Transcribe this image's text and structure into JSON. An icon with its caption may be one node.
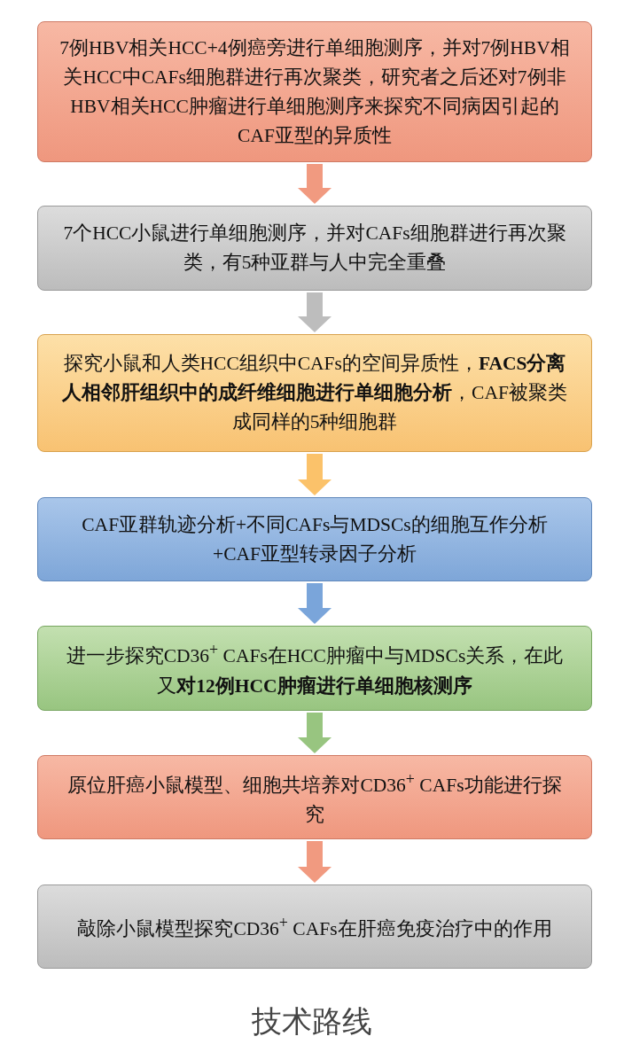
{
  "diagram": {
    "caption": "技术路线",
    "nodes": [
      {
        "text": [
          "7例HBV相关HCC+4例癌旁进行单细胞测序，并对7例HBV相关HCC中CAFs细胞群进行再次聚类，研究者之后还对7例非HBV相关HCC肿瘤进行单细胞测序来探究不同病因引起的CAF亚型的异质性"
        ]
      },
      {
        "text": [
          "7个HCC小鼠进行单细胞测序，并对CAFs细胞群进行再次聚类，有5种亚群与人中完全重叠"
        ]
      },
      {
        "text": [
          "探究小鼠和人类HCC组织中CAFs的空间异质性，**FACS分离人相邻肝组织中的成纤维细胞进行单细胞分析**，CAF被聚类成同样的5种细胞群"
        ]
      },
      {
        "text": [
          "CAF亚群轨迹分析+不同CAFs与MDSCs的细胞互作分析+CAF亚型转录因子分析"
        ]
      },
      {
        "text": [
          "进一步探究CD36$^{+}$ CAFs在HCC肿瘤中与MDSCs关系，在此又**对12例HCC肿瘤进行单细胞核测序**"
        ]
      },
      {
        "text": [
          "原位肝癌小鼠模型、细胞共培养对CD36$^{+}$ CAFs功能进行探究"
        ]
      },
      {
        "text": [
          "敲除小鼠模型探究CD36$^{+}$ CAFs在肝癌免疫治疗中的作用"
        ]
      }
    ],
    "edges": [
      {
        "from": 0,
        "to": 1,
        "arrow": "to",
        "color": "#f19a80"
      },
      {
        "from": 1,
        "to": 2,
        "arrow": "to",
        "color": "#bdbdbd"
      },
      {
        "from": 2,
        "to": 3,
        "arrow": "to",
        "color": "#fbc26a"
      },
      {
        "from": 3,
        "to": 4,
        "arrow": "to",
        "color": "#7aa5da"
      },
      {
        "from": 4,
        "to": 5,
        "arrow": "to",
        "color": "#98c580"
      },
      {
        "from": 5,
        "to": 6,
        "arrow": "to",
        "color": "#f19a80"
      }
    ]
  }
}
